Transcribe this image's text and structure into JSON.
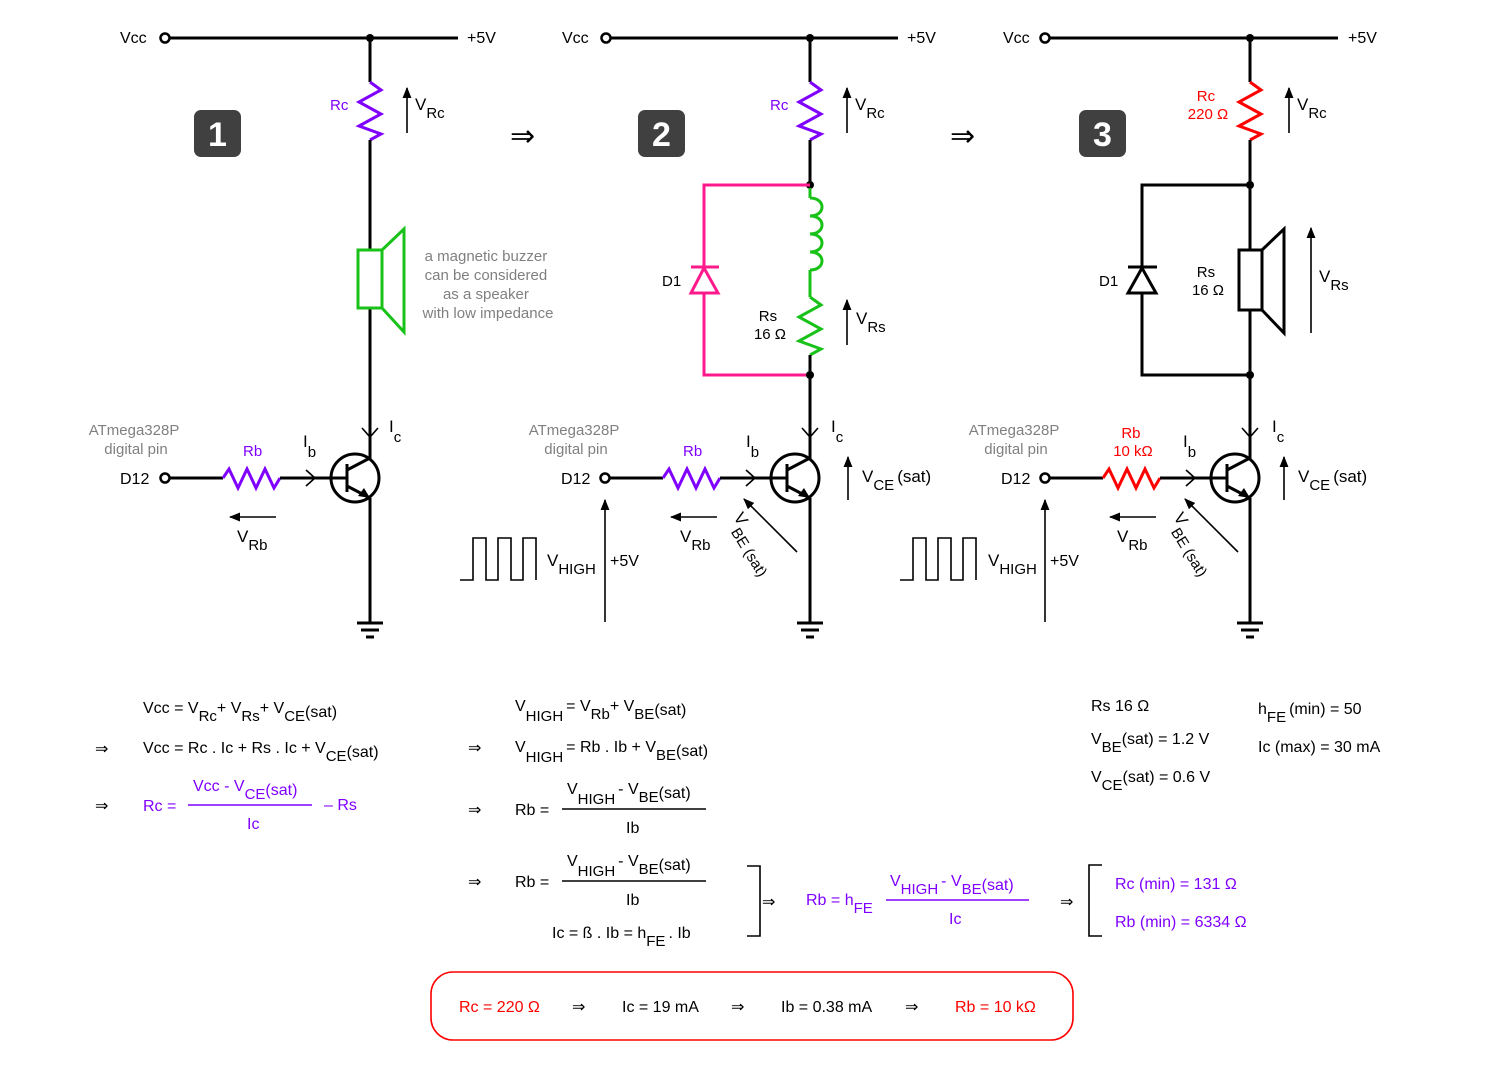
{
  "title": "Transistor switch for magnetic buzzer — Rc / Rb calculation",
  "colors": {
    "wire": "#000000",
    "resistor_purple": "#8000ff",
    "resistor_red": "#ff0000",
    "diode_pink": "#ff1a8c",
    "buzzer_green": "#19c219",
    "badge": "#404040",
    "note_gray": "#808080"
  },
  "arrow_symbol": "⇒",
  "circuits": [
    {
      "step": "1",
      "vcc_label": "Vcc",
      "supply_label": "+5V",
      "rc_label": "Rc",
      "rc_value": "",
      "vrc": {
        "main": "V",
        "sub": "Rc"
      },
      "buzzer_note": [
        "a magnetic buzzer",
        "can be considered",
        "as a speaker",
        "with low impedance"
      ],
      "mcu_label": [
        "ATmega328P",
        "digital pin"
      ],
      "pin_label": "D12",
      "rb_label": "Rb",
      "rb_value": "",
      "ib": {
        "main": "I",
        "sub": "b"
      },
      "ic": {
        "main": "I",
        "sub": "c"
      },
      "vrb": {
        "main": "V",
        "sub": "Rb"
      }
    },
    {
      "step": "2",
      "vcc_label": "Vcc",
      "supply_label": "+5V",
      "rc_label": "Rc",
      "vrc": {
        "main": "V",
        "sub": "Rc"
      },
      "d1_label": "D1",
      "rs_label": "Rs",
      "rs_value": "16 Ω",
      "vrs": {
        "main": "V",
        "sub": "Rs"
      },
      "mcu_label": [
        "ATmega328P",
        "digital pin"
      ],
      "pin_label": "D12",
      "rb_label": "Rb",
      "ib": {
        "main": "I",
        "sub": "b"
      },
      "ic": {
        "main": "I",
        "sub": "c"
      },
      "vce": {
        "main": "V",
        "sub": "CE",
        "suffix": "(sat)"
      },
      "vrb": {
        "main": "V",
        "sub": "Rb"
      },
      "vbe": {
        "main": "V",
        "sub": "BE (sat)"
      },
      "vhigh": {
        "main": "V",
        "sub": "HIGH"
      },
      "vhigh_value": "+5V"
    },
    {
      "step": "3",
      "vcc_label": "Vcc",
      "supply_label": "+5V",
      "rc_label": "Rc",
      "rc_value": "220 Ω",
      "vrc": {
        "main": "V",
        "sub": "Rc"
      },
      "d1_label": "D1",
      "rs_label": "Rs",
      "rs_value": "16 Ω",
      "vrs": {
        "main": "V",
        "sub": "Rs"
      },
      "mcu_label": [
        "ATmega328P",
        "digital pin"
      ],
      "pin_label": "D12",
      "rb_label": "Rb",
      "rb_value": "10 kΩ",
      "ib": {
        "main": "I",
        "sub": "b"
      },
      "ic": {
        "main": "I",
        "sub": "c"
      },
      "vce": {
        "main": "V",
        "sub": "CE",
        "suffix": "(sat)"
      },
      "vrb": {
        "main": "V",
        "sub": "Rb"
      },
      "vbe": {
        "main": "V",
        "sub": "BE (sat)"
      },
      "vhigh": {
        "main": "V",
        "sub": "HIGH"
      },
      "vhigh_value": "+5V"
    }
  ],
  "equations_collector": {
    "line1": {
      "a": "Vcc = V",
      "s1": "Rc",
      "b": "+ V",
      "s2": "Rs",
      "c": "+ V",
      "s3": "CE",
      "d": "(sat)"
    },
    "line2": {
      "a": "Vcc = Rc . Ic + Rs . Ic + V",
      "s1": "CE",
      "b": "(sat)"
    },
    "line3": {
      "lhs": "Rc =",
      "num_a": "Vcc - V",
      "num_sub": "CE",
      "num_b": "(sat)",
      "den": "Ic",
      "tail": "–  Rs"
    }
  },
  "equations_base": {
    "line1": {
      "a": "V",
      "s1": "HIGH",
      "b": "= V",
      "s2": "Rb",
      "c": "+ V",
      "s3": "BE",
      "d": "(sat)"
    },
    "line2": {
      "a": "V",
      "s1": "HIGH",
      "b": "= Rb . Ib + V",
      "s2": "BE",
      "c": "(sat)"
    },
    "line3": {
      "lhs": "Rb =",
      "num_a": "V",
      "num_s1": "HIGH",
      "num_b": "- V",
      "num_s2": "BE",
      "num_c": "(sat)",
      "den": "Ib"
    },
    "line4": {
      "lhs": "Rb =",
      "num_a": "V",
      "num_s1": "HIGH",
      "num_b": "- V",
      "num_s2": "BE",
      "num_c": "(sat)",
      "den": "Ib"
    },
    "line5": {
      "a": "Ic = ß . Ib = h",
      "s1": "FE",
      "b": ". Ib"
    }
  },
  "equation_combined": {
    "lhs": "Rb = h",
    "lhs_sub": "FE",
    "num_a": "V",
    "num_s1": "HIGH",
    "num_b": "- V",
    "num_s2": "BE",
    "num_c": "(sat)",
    "den": "Ic"
  },
  "results_min": [
    "Rc (min) = 131 Ω",
    "Rb (min) = 6334 Ω"
  ],
  "given": {
    "rs": "Rs  16 Ω",
    "vbe": {
      "a": "V",
      "sub": "BE",
      "b": "(sat) = 1.2 V"
    },
    "vce": {
      "a": "V",
      "sub": "CE",
      "b": "(sat) = 0.6 V"
    },
    "hfe": {
      "a": "h",
      "sub": "FE",
      "b": "(min) = 50"
    },
    "ic_max": "Ic (max) = 30 mA"
  },
  "summary": {
    "rc": "Rc = 220 Ω",
    "ic": "Ic = 19 mA",
    "ib": "Ib = 0.38 mA",
    "rb": "Rb = 10 kΩ"
  }
}
